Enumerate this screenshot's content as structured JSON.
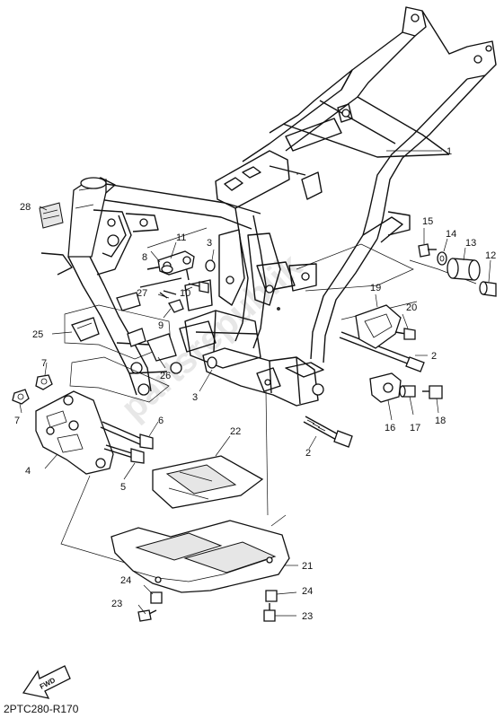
{
  "diagram": {
    "caption": "2PTC280-R170",
    "fwd_label": "FWD",
    "watermark": "partsrepublik",
    "callouts": [
      {
        "id": "c1",
        "label": "1"
      },
      {
        "id": "c2a",
        "label": "2"
      },
      {
        "id": "c2b",
        "label": "2"
      },
      {
        "id": "c3a",
        "label": "3"
      },
      {
        "id": "c3b",
        "label": "3"
      },
      {
        "id": "c4",
        "label": "4"
      },
      {
        "id": "c5",
        "label": "5"
      },
      {
        "id": "c6",
        "label": "6"
      },
      {
        "id": "c7a",
        "label": "7"
      },
      {
        "id": "c7b",
        "label": "7"
      },
      {
        "id": "c8",
        "label": "8"
      },
      {
        "id": "c9",
        "label": "9"
      },
      {
        "id": "c10",
        "label": "10"
      },
      {
        "id": "c11",
        "label": "11"
      },
      {
        "id": "c12",
        "label": "12"
      },
      {
        "id": "c13",
        "label": "13"
      },
      {
        "id": "c14",
        "label": "14"
      },
      {
        "id": "c15",
        "label": "15"
      },
      {
        "id": "c16",
        "label": "16"
      },
      {
        "id": "c17",
        "label": "17"
      },
      {
        "id": "c18",
        "label": "18"
      },
      {
        "id": "c19",
        "label": "19"
      },
      {
        "id": "c20",
        "label": "20"
      },
      {
        "id": "c21",
        "label": "21"
      },
      {
        "id": "c22",
        "label": "22"
      },
      {
        "id": "c23a",
        "label": "23"
      },
      {
        "id": "c23b",
        "label": "23"
      },
      {
        "id": "c24a",
        "label": "24"
      },
      {
        "id": "c24b",
        "label": "24"
      },
      {
        "id": "c25",
        "label": "25"
      },
      {
        "id": "c26",
        "label": "26"
      },
      {
        "id": "c27",
        "label": "27"
      },
      {
        "id": "c28",
        "label": "28"
      }
    ]
  }
}
